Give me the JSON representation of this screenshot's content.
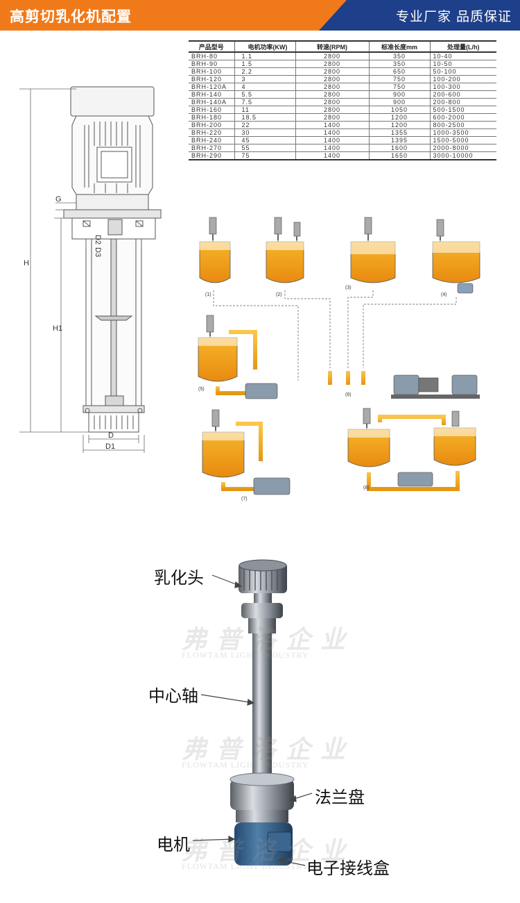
{
  "header": {
    "title": "高剪切乳化机配置",
    "slogan": "专业厂家  品质保证",
    "colors": {
      "left": "#f07a1a",
      "right": "#1e3f8a"
    }
  },
  "spec_table": {
    "headers": [
      "产品型号",
      "电机功率(KW)",
      "转速(RPM)",
      "标准长度mm",
      "处理量(L/h)"
    ],
    "rows": [
      [
        "BRH-80",
        "1.1",
        "2800",
        "350",
        "10-40"
      ],
      [
        "BRH-90",
        "1.5",
        "2800",
        "350",
        "10-50"
      ],
      [
        "BRH-100",
        "2.2",
        "2800",
        "650",
        "50-100"
      ],
      [
        "BRH-120",
        "3",
        "2800",
        "750",
        "100-200"
      ],
      [
        "BRH-120A",
        "4",
        "2800",
        "750",
        "100-300"
      ],
      [
        "BRH-140",
        "5.5",
        "2800",
        "900",
        "200-600"
      ],
      [
        "BRH-140A",
        "7.5",
        "2800",
        "900",
        "200-800"
      ],
      [
        "BRH-160",
        "11",
        "2800",
        "1050",
        "500-1500"
      ],
      [
        "BRH-180",
        "18.5",
        "2800",
        "1200",
        "600-2000"
      ],
      [
        "BRH-200",
        "22",
        "1400",
        "1200",
        "800-2500"
      ],
      [
        "BRH-220",
        "30",
        "1400",
        "1355",
        "1000-3500"
      ],
      [
        "BRH-240",
        "45",
        "1400",
        "1395",
        "1500-5000"
      ],
      [
        "BRH-270",
        "55",
        "1400",
        "1600",
        "2000-8000"
      ],
      [
        "BRH-290",
        "75",
        "1400",
        "1650",
        "3000-10000"
      ]
    ]
  },
  "dimension_labels": {
    "g": "G",
    "h": "H",
    "h1": "H1",
    "d2": "D2",
    "d3": "D3",
    "d": "D",
    "d1": "D1"
  },
  "diagram_labels": [
    "(1)",
    "(2)",
    "(3)",
    "(4)",
    "(5)",
    "(6)",
    "(7)",
    "(8)"
  ],
  "photo": {
    "callouts": {
      "head": "乳化头",
      "shaft": "中心轴",
      "flange": "法兰盘",
      "motor": "电机",
      "junction_box": "电子接线盒"
    },
    "watermark_cn": "弗普洛企业",
    "watermark_en": "FLOWTAM LIGHT INDUSTRY"
  }
}
